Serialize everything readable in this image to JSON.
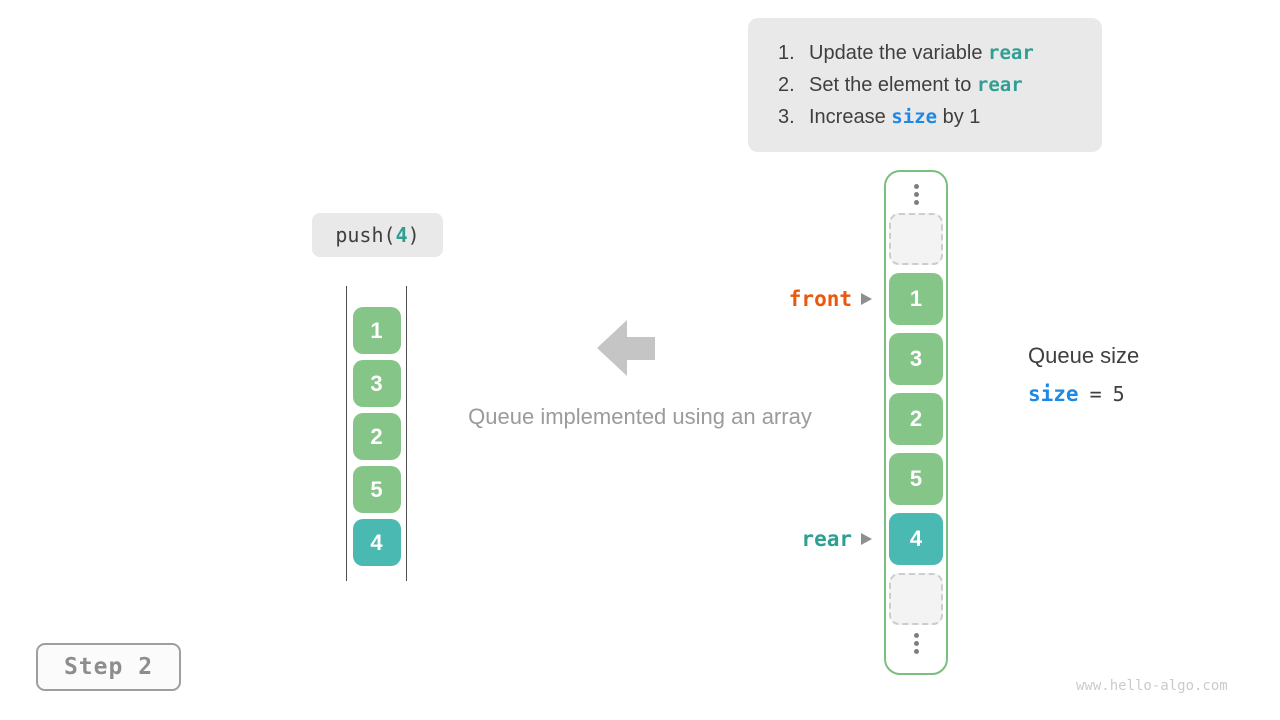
{
  "colors": {
    "green_box": "#85c588",
    "teal_box": "#4ab9b1",
    "queue_border": "#7cbd80",
    "teal_code": "#2f9e93",
    "blue_code": "#1e88e5",
    "orange_code": "#ea580c",
    "dark_text": "#3f3f3f",
    "gray_caption": "#9b9b9b",
    "badge_bg": "#e9e9e9",
    "arrow_gray": "#c5c5c5",
    "step_gray": "#8d8d8d",
    "watermark_gray": "#cbcbcb"
  },
  "instructions": {
    "items": [
      {
        "num": "1.",
        "before": "Update the variable ",
        "code": "rear",
        "after": ""
      },
      {
        "num": "2.",
        "before": "Set the element to ",
        "code": "rear",
        "after": ""
      },
      {
        "num": "3.",
        "before": "Increase ",
        "code": "size",
        "after": " by 1"
      }
    ]
  },
  "push_badge": {
    "prefix": "push(",
    "arg": "4",
    "suffix": ")"
  },
  "left_stack": {
    "values": [
      "1",
      "3",
      "2",
      "5",
      "4"
    ],
    "highlight_value": "4"
  },
  "caption": "Queue implemented using an array",
  "queue_column": {
    "values": [
      "1",
      "3",
      "2",
      "5",
      "4"
    ],
    "highlight_value": "4"
  },
  "pointers": {
    "front": "front",
    "rear": "rear"
  },
  "size_panel": {
    "title": "Queue size",
    "variable": "size",
    "equals": "=",
    "value": "5"
  },
  "step_badge": {
    "label": "Step 2"
  },
  "watermark": "www.hello-algo.com"
}
